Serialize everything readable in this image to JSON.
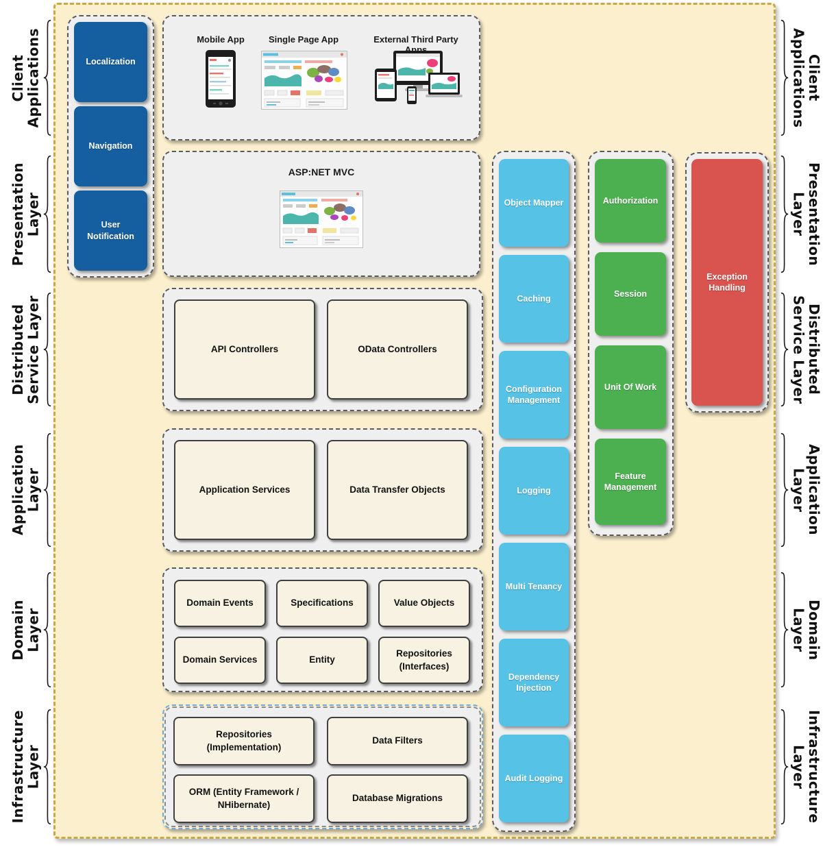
{
  "side_labels": [
    {
      "lines": [
        "Client",
        "Applications"
      ]
    },
    {
      "lines": [
        "Presentation",
        "Layer"
      ]
    },
    {
      "lines": [
        "Distributed",
        "Service Layer"
      ]
    },
    {
      "lines": [
        "Application",
        "Layer"
      ]
    },
    {
      "lines": [
        "Domain",
        "Layer"
      ]
    },
    {
      "lines": [
        "Infrastructure",
        "Layer"
      ]
    }
  ],
  "ui_widgets": {
    "items": [
      "Localization",
      "Navigation",
      "User Notification"
    ]
  },
  "client_apps": {
    "items": [
      "Mobile App",
      "Single Page App",
      "External Third Party Apps"
    ]
  },
  "presentation": {
    "title": "ASP:NET MVC"
  },
  "distributed_service": {
    "items": [
      "API Controllers",
      "OData Controllers"
    ]
  },
  "application_layer": {
    "items": [
      "Application Services",
      "Data Transfer Objects"
    ]
  },
  "domain_layer": {
    "items": [
      "Domain Events",
      "Specifications",
      "Value Objects",
      "Domain Services",
      "Entity",
      "Repositories (Interfaces)"
    ]
  },
  "infrastructure_layer": {
    "items": [
      "Repositories (Implementation)",
      "Data Filters",
      "ORM (Entity Framework / NHibernate)",
      "Database Migrations"
    ]
  },
  "cross_cutting": {
    "items": [
      "Object Mapper",
      "Caching",
      "Configuration Management",
      "Logging",
      "Multi Tenancy",
      "Dependency Injection",
      "Audit Logging"
    ]
  },
  "framework_services": {
    "items": [
      "Authorization",
      "Session",
      "Unit Of Work",
      "Feature Management"
    ]
  },
  "exception": {
    "label": "Exception Handling"
  },
  "colors": {
    "blue": "#155FA0",
    "cyan": "#56C2E6",
    "green": "#4CB050",
    "red": "#D9534F",
    "canvas": "#FBEFCD",
    "panel": "#EFEFEF",
    "cream_box": "#F7F2E2",
    "outer_border": "#C9A845"
  }
}
